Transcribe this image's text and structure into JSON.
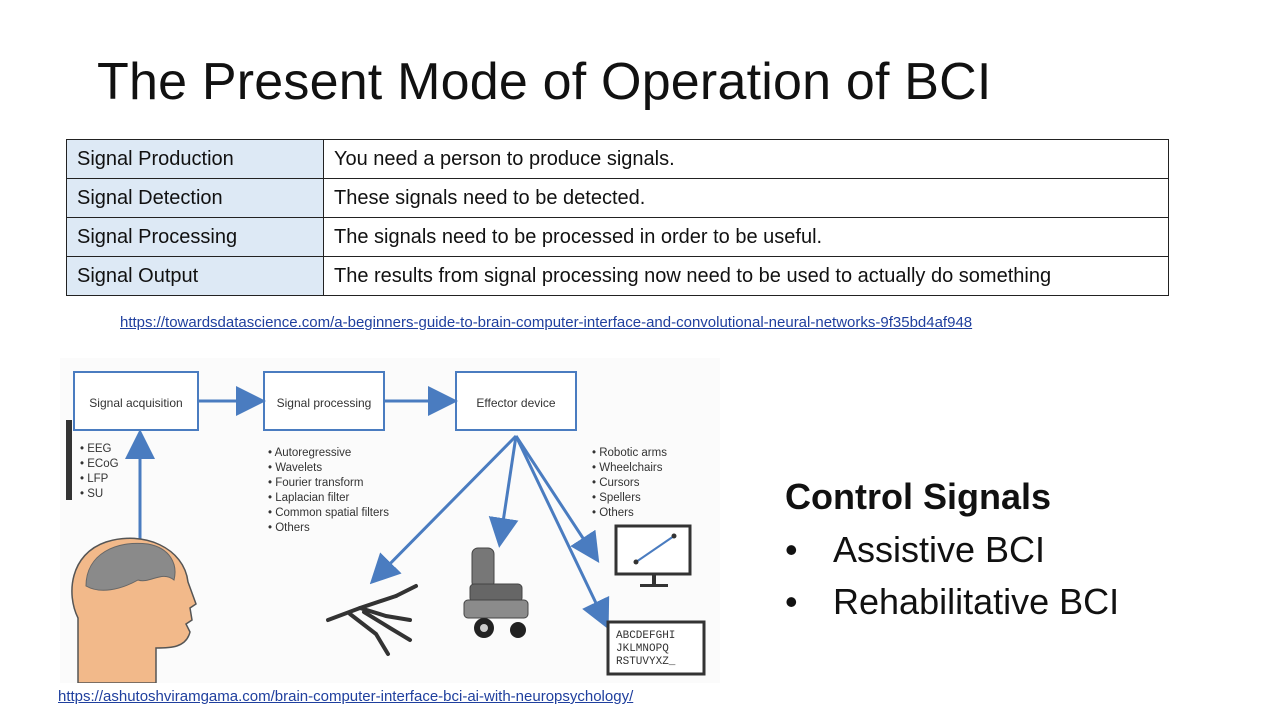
{
  "title": "The Present Mode of Operation of BCI",
  "table": {
    "rows": [
      {
        "stage": "Signal Production",
        "description": "You need a person to produce signals."
      },
      {
        "stage": "Signal Detection",
        "description": "These signals need to be detected."
      },
      {
        "stage": "Signal Processing",
        "description": "The signals need to be processed in order to be useful."
      },
      {
        "stage": "Signal Output",
        "description": "The results from signal processing now need to be used to actually do something"
      }
    ]
  },
  "reference_top": "https://towardsdatascience.com/a-beginners-guide-to-brain-computer-interface-and-convolutional-neural-networks-9f35bd4af948",
  "diagram": {
    "boxes": {
      "acquisition": "Signal acquisition",
      "processing": "Signal processing",
      "effector": "Effector device"
    },
    "acquisition_list": [
      "• EEG",
      "• ECoG",
      "• LFP",
      "• SU"
    ],
    "processing_list": [
      "• Autoregressive",
      "• Wavelets",
      "• Fourier transform",
      "• Laplacian filter",
      "• Common spatial filters",
      "• Others"
    ],
    "effector_list": [
      "• Robotic arms",
      "• Wheelchairs",
      "• Cursors",
      "• Spellers",
      "• Others"
    ],
    "speller_rows": [
      "ABCDEFGHI",
      "JKLMNOPQ",
      "RSTUVYXZ_"
    ],
    "colors": {
      "arrow": "#4a7cc0",
      "box_border": "#4a7cc0",
      "head": "#f2b98a"
    }
  },
  "reference_bottom": "https://ashutoshviramgama.com/brain-computer-interface-bci-ai-with-neuropsychology/",
  "control": {
    "heading": "Control Signals",
    "items": [
      {
        "bullet": "•",
        "label": "Assistive BCI"
      },
      {
        "bullet": "•",
        "label": "Rehabilitative BCI"
      }
    ]
  }
}
